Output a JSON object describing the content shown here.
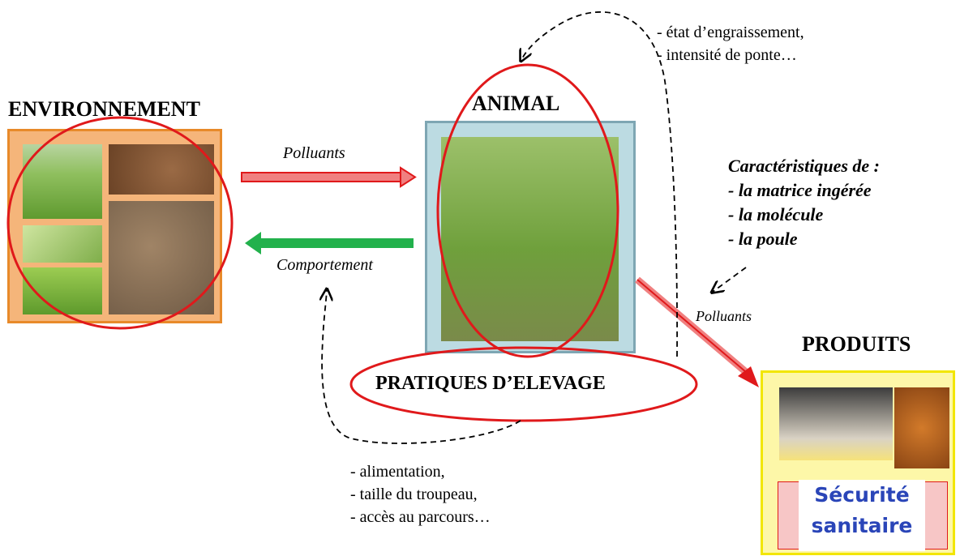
{
  "labels": {
    "environnement": "ENVIRONNEMENT",
    "animal": "ANIMAL",
    "produits": "PRODUITS",
    "pratiques": "PRATIQUES  D’ELEVAGE",
    "polluants_top": "Polluants",
    "comportement": "Comportement",
    "polluants_diag": "Polluants"
  },
  "top_notes": [
    "- état d’engraissement,",
    "- intensité de ponte…"
  ],
  "characteristics": {
    "heading": "Caractéristiques de :",
    "items": [
      "- la matrice ingérée",
      "- la molécule",
      "- la poule"
    ]
  },
  "practices": [
    "- alimentation,",
    "- taille du troupeau,",
    "- accès au parcours…"
  ],
  "badge": {
    "line1": "Sécurité",
    "line2": "sanitaire"
  },
  "colors": {
    "red": "#e0191b",
    "green": "#22b14c",
    "orange_frame": "#e88a2a",
    "orange_fill": "#f5b57a",
    "blue_frame": "#7ea6b3",
    "blue_fill": "#bcdbe2",
    "yellow_frame": "#f2e600",
    "yellow_fill": "#fdf7a8",
    "badge_text": "#2a45b8"
  }
}
